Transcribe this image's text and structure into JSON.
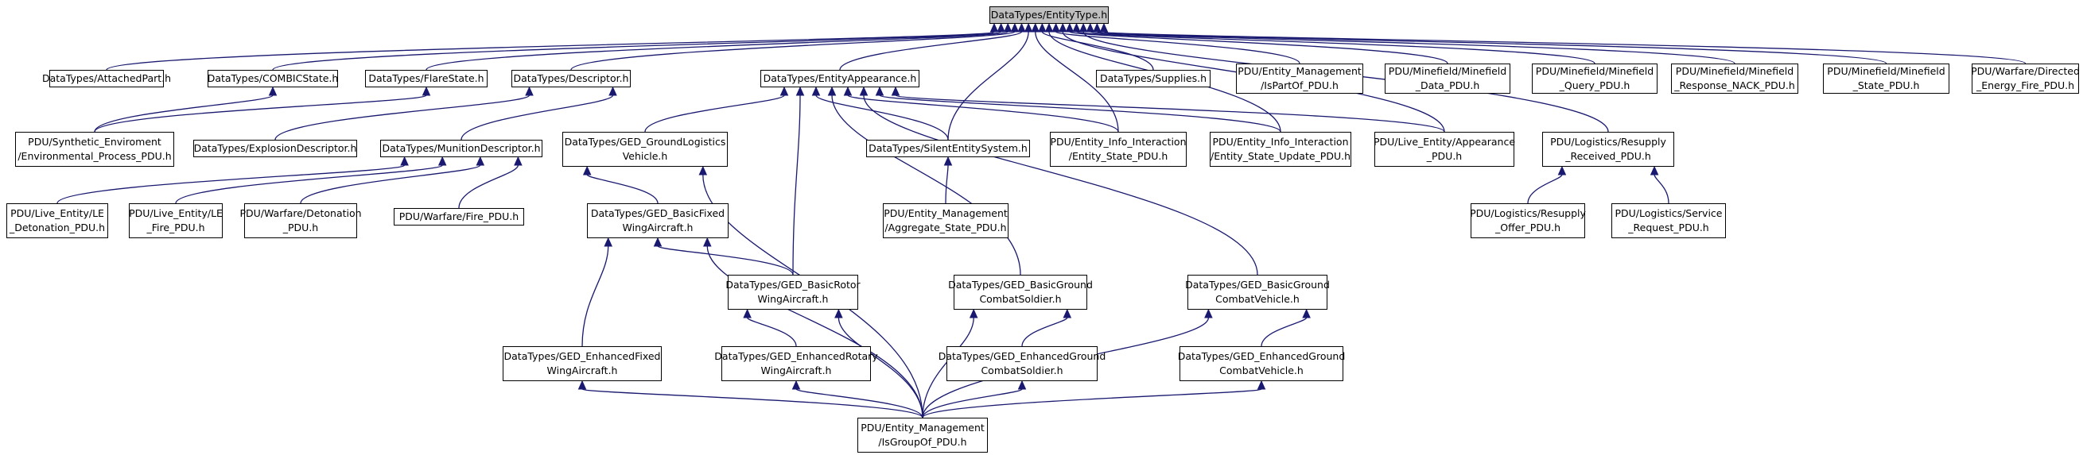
{
  "diagram": {
    "type": "include-dependency-graph",
    "colors": {
      "edge": "#191970",
      "node_border": "#000000",
      "root_fill": "#bfbfbf",
      "node_fill": "#ffffff"
    },
    "nodes": [
      {
        "id": "entitytype",
        "lines": [
          "DataTypes/EntityType.h"
        ],
        "root": true
      },
      {
        "id": "attachedpart",
        "lines": [
          "DataTypes/AttachedPart.h"
        ]
      },
      {
        "id": "combicstate",
        "lines": [
          "DataTypes/COMBICState.h"
        ]
      },
      {
        "id": "flarestate",
        "lines": [
          "DataTypes/FlareState.h"
        ]
      },
      {
        "id": "descriptor",
        "lines": [
          "DataTypes/Descriptor.h"
        ]
      },
      {
        "id": "entityappearance",
        "lines": [
          "DataTypes/EntityAppearance.h"
        ]
      },
      {
        "id": "supplies",
        "lines": [
          "DataTypes/Supplies.h"
        ]
      },
      {
        "id": "ispartof",
        "lines": [
          "PDU/Entity_Management",
          "/IsPartOf_PDU.h"
        ]
      },
      {
        "id": "minefield_data",
        "lines": [
          "PDU/Minefield/Minefield",
          "_Data_PDU.h"
        ]
      },
      {
        "id": "minefield_query",
        "lines": [
          "PDU/Minefield/Minefield",
          "_Query_PDU.h"
        ]
      },
      {
        "id": "minefield_nack",
        "lines": [
          "PDU/Minefield/Minefield",
          "_Response_NACK_PDU.h"
        ]
      },
      {
        "id": "minefield_state",
        "lines": [
          "PDU/Minefield/Minefield",
          "_State_PDU.h"
        ]
      },
      {
        "id": "directed_energy",
        "lines": [
          "PDU/Warfare/Directed",
          "_Energy_Fire_PDU.h"
        ]
      },
      {
        "id": "env_process",
        "lines": [
          "PDU/Synthetic_Enviroment",
          "/Environmental_Process_PDU.h"
        ]
      },
      {
        "id": "explosion",
        "lines": [
          "DataTypes/ExplosionDescriptor.h"
        ]
      },
      {
        "id": "munition",
        "lines": [
          "DataTypes/MunitionDescriptor.h"
        ]
      },
      {
        "id": "groundlogistics",
        "lines": [
          "DataTypes/GED_GroundLogistics",
          "Vehicle.h"
        ]
      },
      {
        "id": "silent",
        "lines": [
          "DataTypes/SilentEntitySystem.h"
        ]
      },
      {
        "id": "eii_state",
        "lines": [
          "PDU/Entity_Info_Interaction",
          "/Entity_State_PDU.h"
        ]
      },
      {
        "id": "eii_update",
        "lines": [
          "PDU/Entity_Info_Interaction",
          "/Entity_State_Update_PDU.h"
        ]
      },
      {
        "id": "live_appearance",
        "lines": [
          "PDU/Live_Entity/Appearance",
          "_PDU.h"
        ]
      },
      {
        "id": "resupply_received",
        "lines": [
          "PDU/Logistics/Resupply",
          "_Received_PDU.h"
        ]
      },
      {
        "id": "le_detonation",
        "lines": [
          "PDU/Live_Entity/LE",
          "_Detonation_PDU.h"
        ]
      },
      {
        "id": "le_fire",
        "lines": [
          "PDU/Live_Entity/LE",
          "_Fire_PDU.h"
        ]
      },
      {
        "id": "detonation",
        "lines": [
          "PDU/Warfare/Detonation",
          "_PDU.h"
        ]
      },
      {
        "id": "fire",
        "lines": [
          "PDU/Warfare/Fire_PDU.h"
        ]
      },
      {
        "id": "basicfixed",
        "lines": [
          "DataTypes/GED_BasicFixed",
          "WingAircraft.h"
        ]
      },
      {
        "id": "aggregate",
        "lines": [
          "PDU/Entity_Management",
          "/Aggregate_State_PDU.h"
        ]
      },
      {
        "id": "resupply_offer",
        "lines": [
          "PDU/Logistics/Resupply",
          "_Offer_PDU.h"
        ]
      },
      {
        "id": "service_request",
        "lines": [
          "PDU/Logistics/Service",
          "_Request_PDU.h"
        ]
      },
      {
        "id": "basicrotor",
        "lines": [
          "DataTypes/GED_BasicRotor",
          "WingAircraft.h"
        ]
      },
      {
        "id": "groundsoldier",
        "lines": [
          "DataTypes/GED_BasicGround",
          "CombatSoldier.h"
        ]
      },
      {
        "id": "groundvehicle",
        "lines": [
          "DataTypes/GED_BasicGround",
          "CombatVehicle.h"
        ]
      },
      {
        "id": "enh_fixed",
        "lines": [
          "DataTypes/GED_EnhancedFixed",
          "WingAircraft.h"
        ]
      },
      {
        "id": "enh_rotary",
        "lines": [
          "DataTypes/GED_EnhancedRotary",
          "WingAircraft.h"
        ]
      },
      {
        "id": "enh_soldier",
        "lines": [
          "DataTypes/GED_EnhancedGround",
          "CombatSoldier.h"
        ]
      },
      {
        "id": "enh_vehicle",
        "lines": [
          "DataTypes/GED_EnhancedGround",
          "CombatVehicle.h"
        ]
      },
      {
        "id": "isgroupof",
        "lines": [
          "PDU/Entity_Management",
          "/IsGroupOf_PDU.h"
        ]
      }
    ],
    "edges": [
      [
        "attachedpart",
        "entitytype"
      ],
      [
        "combicstate",
        "entitytype"
      ],
      [
        "flarestate",
        "entitytype"
      ],
      [
        "descriptor",
        "entitytype"
      ],
      [
        "entityappearance",
        "entitytype"
      ],
      [
        "supplies",
        "entitytype"
      ],
      [
        "ispartof",
        "entitytype"
      ],
      [
        "minefield_data",
        "entitytype"
      ],
      [
        "minefield_query",
        "entitytype"
      ],
      [
        "minefield_nack",
        "entitytype"
      ],
      [
        "minefield_state",
        "entitytype"
      ],
      [
        "directed_energy",
        "entitytype"
      ],
      [
        "silent",
        "entitytype"
      ],
      [
        "eii_state",
        "entitytype"
      ],
      [
        "eii_update",
        "entitytype"
      ],
      [
        "live_appearance",
        "entitytype"
      ],
      [
        "resupply_received",
        "entitytype"
      ],
      [
        "env_process",
        "combicstate"
      ],
      [
        "env_process",
        "flarestate"
      ],
      [
        "explosion",
        "descriptor"
      ],
      [
        "munition",
        "descriptor"
      ],
      [
        "le_detonation",
        "munition"
      ],
      [
        "le_fire",
        "munition"
      ],
      [
        "detonation",
        "munition"
      ],
      [
        "fire",
        "munition"
      ],
      [
        "groundlogistics",
        "entityappearance"
      ],
      [
        "silent",
        "entityappearance"
      ],
      [
        "eii_state",
        "entityappearance"
      ],
      [
        "eii_update",
        "entityappearance"
      ],
      [
        "live_appearance",
        "entityappearance"
      ],
      [
        "basicrotor",
        "entityappearance"
      ],
      [
        "groundsoldier",
        "entityappearance"
      ],
      [
        "groundvehicle",
        "entityappearance"
      ],
      [
        "aggregate",
        "silent"
      ],
      [
        "basicfixed",
        "groundlogistics"
      ],
      [
        "isgroupof",
        "groundlogistics"
      ],
      [
        "basicrotor",
        "basicfixed"
      ],
      [
        "enh_fixed",
        "basicfixed"
      ],
      [
        "isgroupof",
        "basicfixed"
      ],
      [
        "enh_rotary",
        "basicrotor"
      ],
      [
        "isgroupof",
        "basicrotor"
      ],
      [
        "enh_soldier",
        "groundsoldier"
      ],
      [
        "isgroupof",
        "groundsoldier"
      ],
      [
        "enh_vehicle",
        "groundvehicle"
      ],
      [
        "isgroupof",
        "groundvehicle"
      ],
      [
        "isgroupof",
        "enh_fixed"
      ],
      [
        "isgroupof",
        "enh_rotary"
      ],
      [
        "isgroupof",
        "enh_soldier"
      ],
      [
        "isgroupof",
        "enh_vehicle"
      ],
      [
        "resupply_offer",
        "resupply_received"
      ],
      [
        "service_request",
        "resupply_received"
      ]
    ]
  }
}
